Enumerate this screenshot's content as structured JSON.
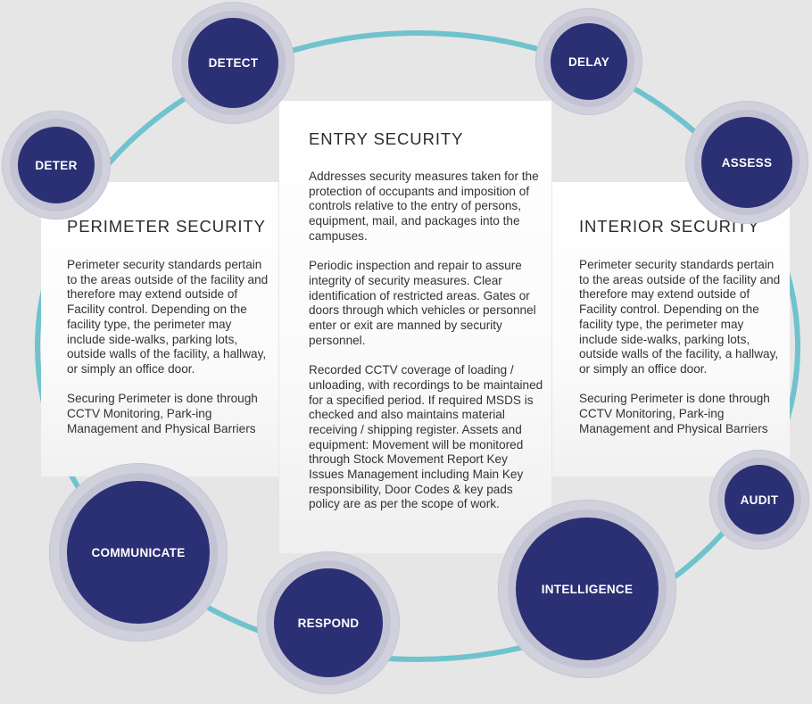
{
  "colors": {
    "background": "#e6e6e6",
    "ring": "#6fc3cc",
    "node_core": "#2b2f74",
    "node_halo": "#d1d1dd",
    "node_text": "#ffffff",
    "panel": "#ffffff"
  },
  "nodes": {
    "detect": "DETECT",
    "delay": "DELAY",
    "deter": "DETER",
    "assess": "ASSESS",
    "communicate": "COMMUNICATE",
    "respond": "RESPOND",
    "intelligence": "INTELLIGENCE",
    "audit": "AUDIT"
  },
  "panels": {
    "perimeter": {
      "title": "PERIMETER SECURITY",
      "p1": "Perimeter security standards pertain to the areas outside of the facility and therefore may extend outside of Facility control. Depending on the facility type, the perimeter may include side-walks, parking lots, outside walls of the facility, a hallway, or simply an office door.",
      "p2": "Securing Perimeter is done through CCTV Monitoring, Park-ing Management and Physical Barriers"
    },
    "entry": {
      "title": "ENTRY SECURITY",
      "p1": "Addresses security measures taken for the protection of occupants and imposition of controls relative to the entry of persons, equipment, mail, and packages into the campuses.",
      "p2": "Periodic inspection and repair to assure integrity of security measures. Clear identification of restricted areas. Gates or doors through which vehicles or personnel enter or exit are manned by security personnel.",
      "p3": "Recorded CCTV coverage of loading / unloading, with recordings to be maintained for a specified period. If required MSDS is checked and also maintains material receiving / shipping register. Assets and equipment: Movement will be monitored through Stock Movement Report Key Issues Management including Main Key responsibility, Door Codes & key pads policy are as per the scope of work."
    },
    "interior": {
      "title": "INTERIOR SECURITY",
      "p1": "Perimeter security standards pertain to the areas outside of the facility and therefore may extend outside of Facility control. Depending on the facility type, the perimeter may include side-walks, parking lots, outside walls of the facility, a hallway, or simply an office door.",
      "p2": "Securing Perimeter is done through CCTV Monitoring, Park-ing Management and Physical Barriers"
    }
  }
}
